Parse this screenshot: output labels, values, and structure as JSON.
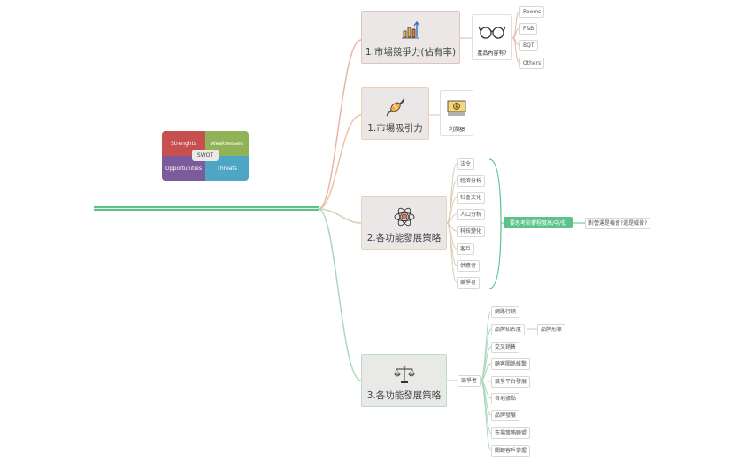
{
  "swot": {
    "center": "SWOT",
    "strengths": "Strenghts",
    "weaknesses": "Weaknesses",
    "opportunities": "Opportunities",
    "threats": "Threats",
    "colors": {
      "strengths": "#c84f50",
      "weaknesses": "#8fb356",
      "opportunities": "#7b5b9c",
      "threats": "#4ea6c5"
    }
  },
  "topics": {
    "t1": {
      "label": "1.市場競爭力(佔有率)",
      "icon": "bar-chart-icon"
    },
    "t2": {
      "label": "1.市場吸引力",
      "icon": "candy-icon"
    },
    "t3": {
      "label": "2.各功能發展策略",
      "icon": "atom-icon"
    },
    "t4": {
      "label": "3.各功能發展策略",
      "icon": "balance-scale-icon"
    }
  },
  "t1_card": {
    "label": "產品內容有?",
    "icon": "glasses-icon"
  },
  "t1_items": [
    "Rooms",
    "F&B",
    "BQT",
    "Others"
  ],
  "t2_card": {
    "label": "利潤額",
    "icon": "money-icon"
  },
  "t3_items": [
    "法令",
    "經濟分析",
    "社會文化",
    "人口分析",
    "科技變化",
    "客戶",
    "供應者",
    "競爭者"
  ],
  "t3_green": "要思考影響程度高/中/低",
  "t3_question": "對營運是機會?還是威脅?",
  "t4_branch": "競爭者",
  "t4_items": [
    "網路行銷",
    "品牌知名度",
    "交叉銷售",
    "顧客關係維繫",
    "競爭平台發展",
    "各地據點",
    "品牌發展",
    "市場策略聯盟",
    "關鍵客戶掌握"
  ],
  "t4_brand_child": "品牌形象"
}
